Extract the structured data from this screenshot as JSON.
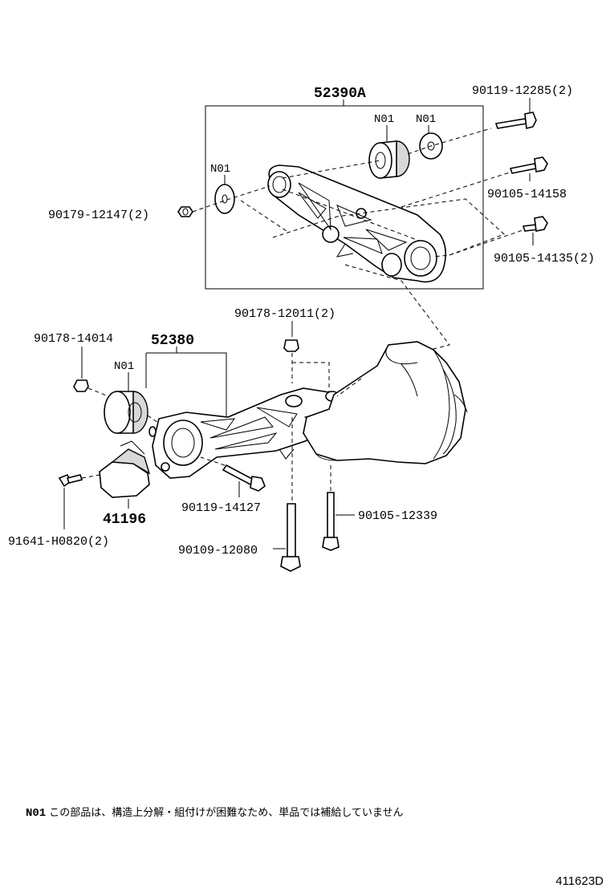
{
  "labels": {
    "assembly_52390A": "52390A",
    "bolt_90119_12285": "90119-12285(2)",
    "n01_top_left": "N01",
    "n01_top_right": "N01",
    "n01_washer_left": "N01",
    "nut_90179_12147": "90179-12147(2)",
    "bolt_90105_14158": "90105-14158",
    "bolt_90105_14135": "90105-14135(2)",
    "nut_90178_12011": "90178-12011(2)",
    "nut_90178_14014": "90178-14014",
    "assembly_52380": "52380",
    "n01_bushing_lower": "N01",
    "stopper_41196": "41196",
    "bolt_90119_14127": "90119-14127",
    "bolt_90105_12339": "90105-12339",
    "bolt_91641_H0820": "91641-H0820(2)",
    "bolt_90109_12080": "90109-12080"
  },
  "note": {
    "code": "N01",
    "text": "この部品は、構造上分解・組付けが困難なため、単品では補給していません"
  },
  "diagram_id": "411623D"
}
